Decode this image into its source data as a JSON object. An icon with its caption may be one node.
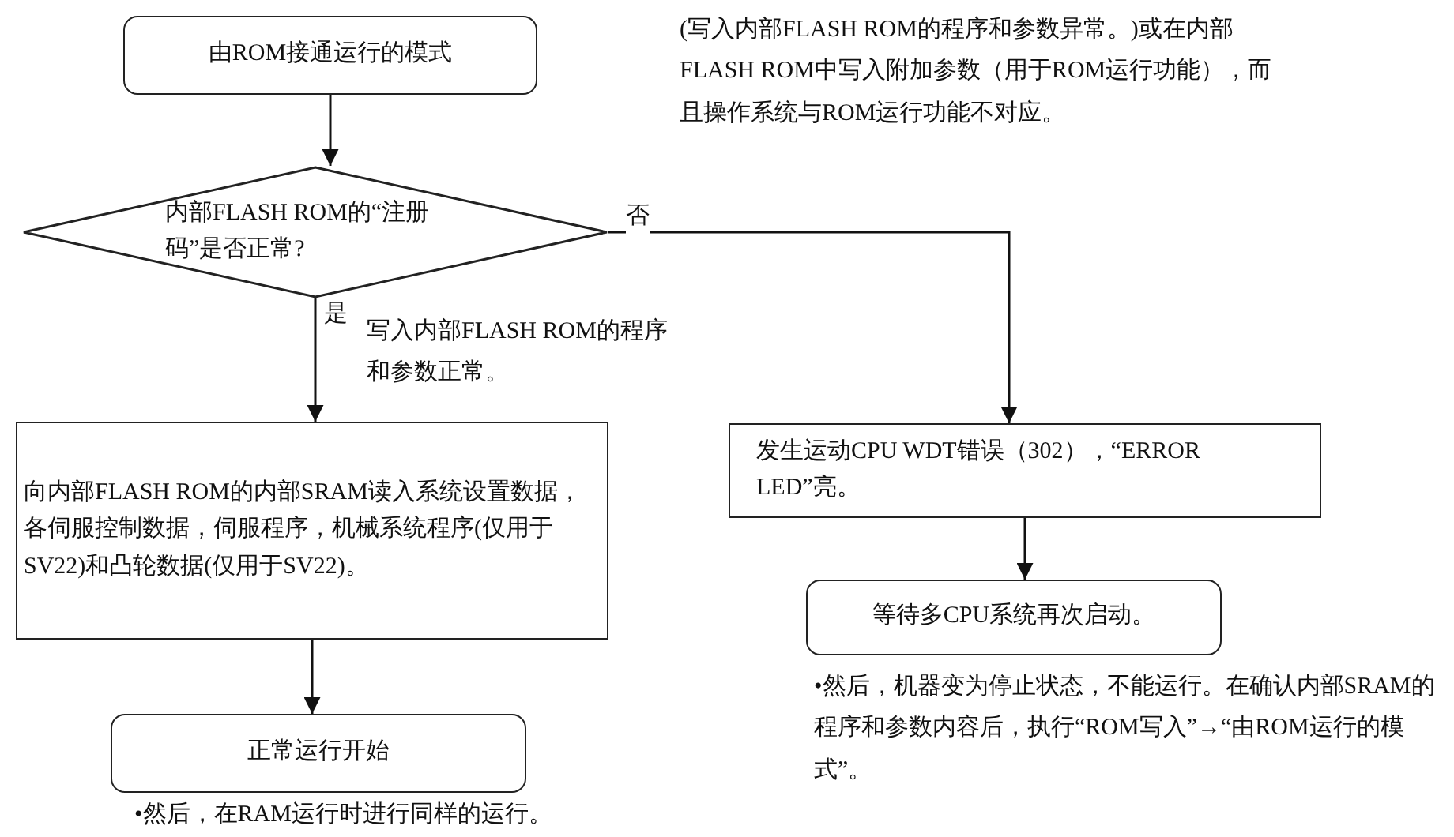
{
  "diagram": {
    "nodes": [
      {
        "text": [
          "由ROM接通运行的模式"
        ]
      },
      {
        "text": [
          "内部FLASH ROM的“注册码”是否正常?"
        ]
      },
      {
        "text": [
          "向内部FLASH ROM的内部SRAM读入系统设置数据，各伺服控制数据，伺服程序，机械系统程序(仅用于SV22)和凸轮数据(仅用于SV22)。"
        ]
      },
      {
        "text": [
          "正常运行开始"
        ],
        "beside": [
          "•然后，在RAM运行时进行同样的运行。"
        ]
      },
      {
        "text": [
          "发生运动CPU WDT错误（302），“ERROR LED”亮。"
        ]
      },
      {
        "text": [
          "等待多CPU系统再次启动。"
        ],
        "beside": [
          "•然后，机器变为停止状态，不能运行。在确认内部SRAM的程序和参数内容后，执行“ROM写入”→“由ROM运行的模式”。"
        ]
      }
    ],
    "edges": [
      {
        "from": 0,
        "to": 1,
        "arrow": "to"
      },
      {
        "from": 1,
        "to": 2,
        "arrow": "to",
        "label": "是"
      },
      {
        "from": 1,
        "to": 4,
        "arrow": "to",
        "label": "否"
      },
      {
        "from": 2,
        "to": 3,
        "arrow": "to"
      },
      {
        "from": 4,
        "to": 5,
        "arrow": "to"
      }
    ],
    "labels": [
      "(写入内部FLASH ROM的程序和参数异常。)或在内部FLASH ROM中写入附加参数（用于ROM运行功能），而且操作系统与ROM运行功能不对应。",
      "写入内部FLASH ROM的程序和参数正常。"
    ]
  }
}
